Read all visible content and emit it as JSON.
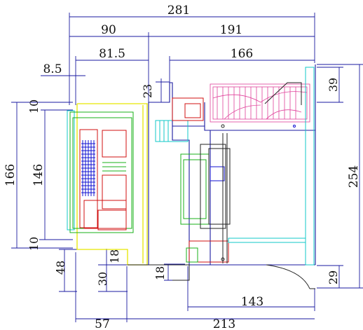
{
  "dimensions": {
    "d281": "281",
    "d90": "90",
    "d191": "191",
    "d81_5": "81.5",
    "d166_top": "166",
    "d8_5": "8.5",
    "d23": "23",
    "d39": "39",
    "d10_top": "10",
    "d166_left": "166",
    "d146": "146",
    "d254": "254",
    "d10_bottom": "10",
    "d18_left": "18",
    "d48": "48",
    "d30": "30",
    "d18_mid": "18",
    "d29": "29",
    "d143": "143",
    "d57": "57",
    "d213": "213"
  }
}
